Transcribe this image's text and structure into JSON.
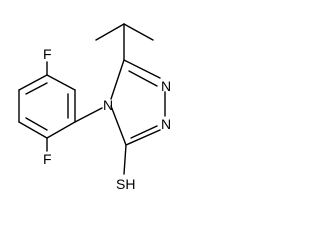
{
  "structure": {
    "atoms": {
      "fluorine_top": "F",
      "fluorine_bottom": "F",
      "nitrogen_4": "N",
      "nitrogen_1": "N",
      "nitrogen_2": "N",
      "thiol": "SH"
    }
  }
}
